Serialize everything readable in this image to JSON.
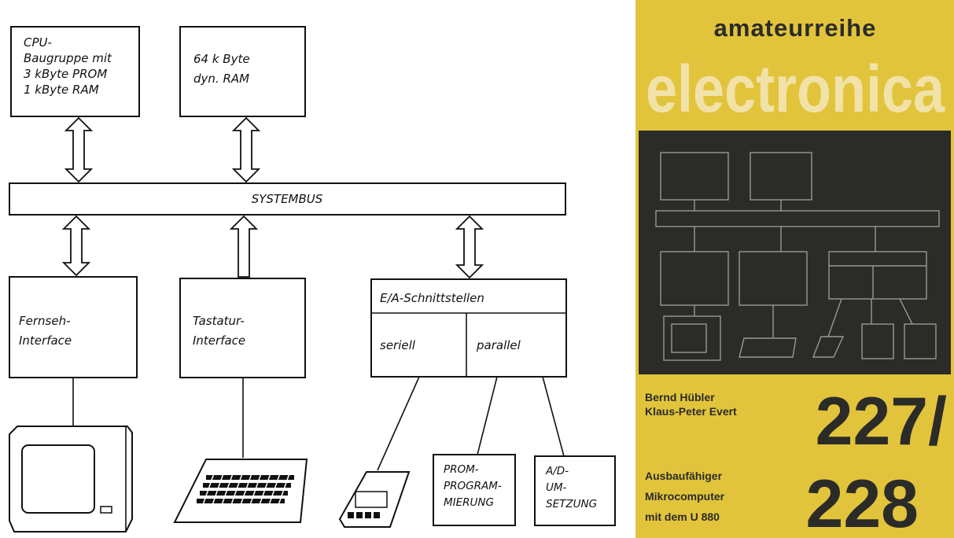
{
  "diagram": {
    "cpu_box": [
      "CPU-",
      "Baugruppe mit",
      "3 kByte PROM",
      "1 kByte RAM"
    ],
    "ram_box": [
      "64 k Byte",
      "dyn. RAM"
    ],
    "systembus": "SYSTEMBUS",
    "tv_interface": [
      "Fernseh-",
      "Interface"
    ],
    "keyboard_interface": [
      "Tastatur-",
      "Interface"
    ],
    "io_header": "E/A-Schnittstellen",
    "io_serial": "seriell",
    "io_parallel": "parallel",
    "prom_box": [
      "PROM-",
      "PROGRAM-",
      "MIERUNG"
    ],
    "ad_box": [
      "A/D-",
      "UM-",
      "SETZUNG"
    ]
  },
  "cover": {
    "series": "amateurreihe",
    "brand": "electronica",
    "authors": [
      "Bernd Hübler",
      "Klaus-Peter Evert"
    ],
    "number_top": "227/",
    "number_bottom": "228",
    "subtitle": [
      "Ausbaufähiger",
      "Mikrocomputer",
      "mit dem U 880"
    ],
    "colors": {
      "yellow": "#e2c43c",
      "dark": "#2b2b28",
      "brand_text": "#f1e2a8"
    }
  }
}
